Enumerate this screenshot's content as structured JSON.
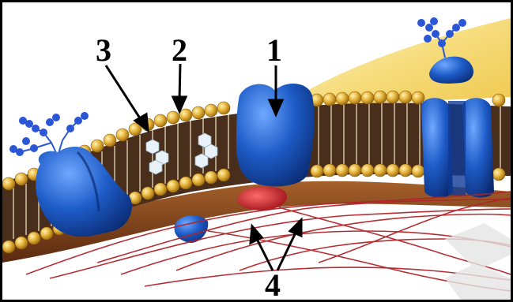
{
  "figure": {
    "description_labels": [
      {
        "id": "1",
        "text": "1"
      },
      {
        "id": "2",
        "text": "2"
      },
      {
        "id": "3",
        "text": "3"
      },
      {
        "id": "4",
        "text": "4"
      }
    ]
  },
  "colors": {
    "membrane_head": "#E6B43C",
    "membrane_tail": "#3A2A1E",
    "protein_blue": "#1E5CC8",
    "sugar_blue": "#2B56D6",
    "cytoskeleton_red": "#B0242A",
    "background_yellow": "#F7E08A",
    "cytoplasm_brown": "#8A4A1E",
    "cholesterol": "#DCEAF4"
  }
}
